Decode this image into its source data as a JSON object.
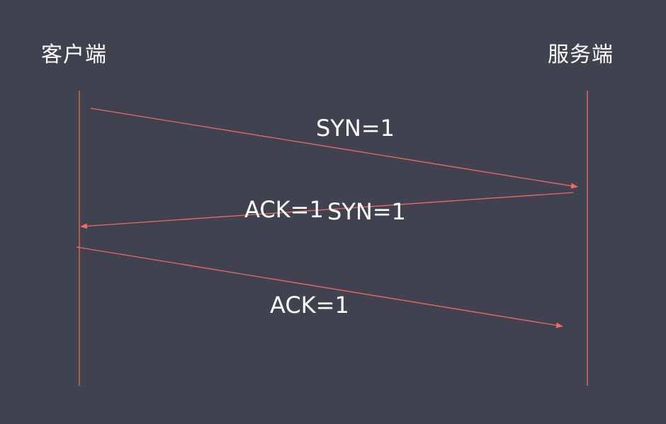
{
  "participants": {
    "client": "客户端",
    "server": "服务端"
  },
  "messages": [
    {
      "from": "client",
      "to": "server",
      "label": "SYN=1"
    },
    {
      "from": "server",
      "to": "client",
      "label_parts": [
        "ACK=1",
        "SYN=1"
      ]
    },
    {
      "from": "client",
      "to": "server",
      "label": "ACK=1"
    }
  ],
  "colors": {
    "background": "#40424f",
    "line": "#f06a5f",
    "text": "#ffffff"
  }
}
